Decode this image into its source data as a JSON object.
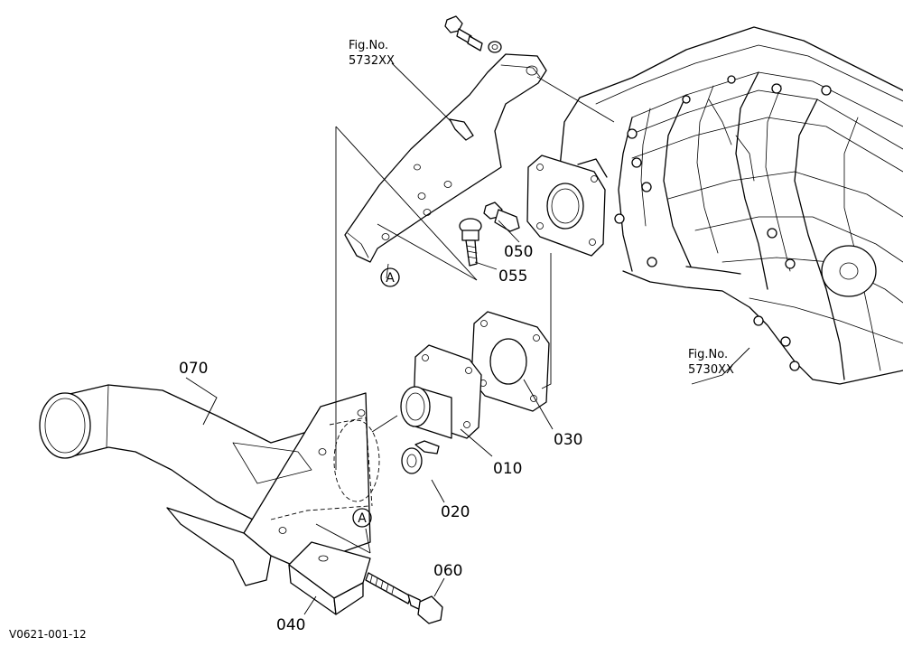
{
  "figure_refs": {
    "upper": [
      "Fig.No.",
      "5732XX"
    ],
    "lower": [
      "Fig.No.",
      "5730XX"
    ]
  },
  "parts": {
    "p010": "010",
    "p020": "020",
    "p030": "030",
    "p040": "040",
    "p050": "050",
    "p055": "055",
    "p060": "060",
    "p070": "070"
  },
  "markers": {
    "a_upper": "A",
    "a_lower": "A"
  },
  "drawing_id": "V0621-001-12"
}
